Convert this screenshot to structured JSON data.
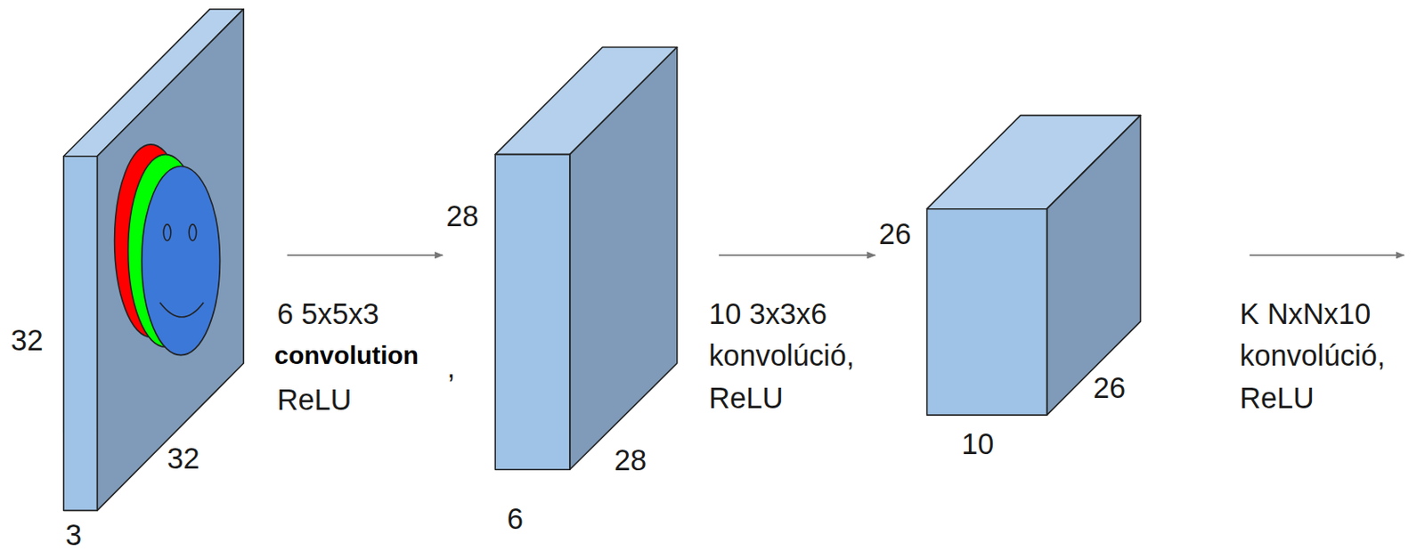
{
  "diagram": {
    "labels": [
      "32",
      "32",
      "3",
      "6 5x5x3",
      "convolution",
      ",",
      "ReLU",
      "28",
      "28",
      "6",
      "10 3x3x6 konvolúció, ReLU",
      "26",
      "26",
      "10",
      "K NxNx10 konvolúció, ReLU"
    ]
  }
}
